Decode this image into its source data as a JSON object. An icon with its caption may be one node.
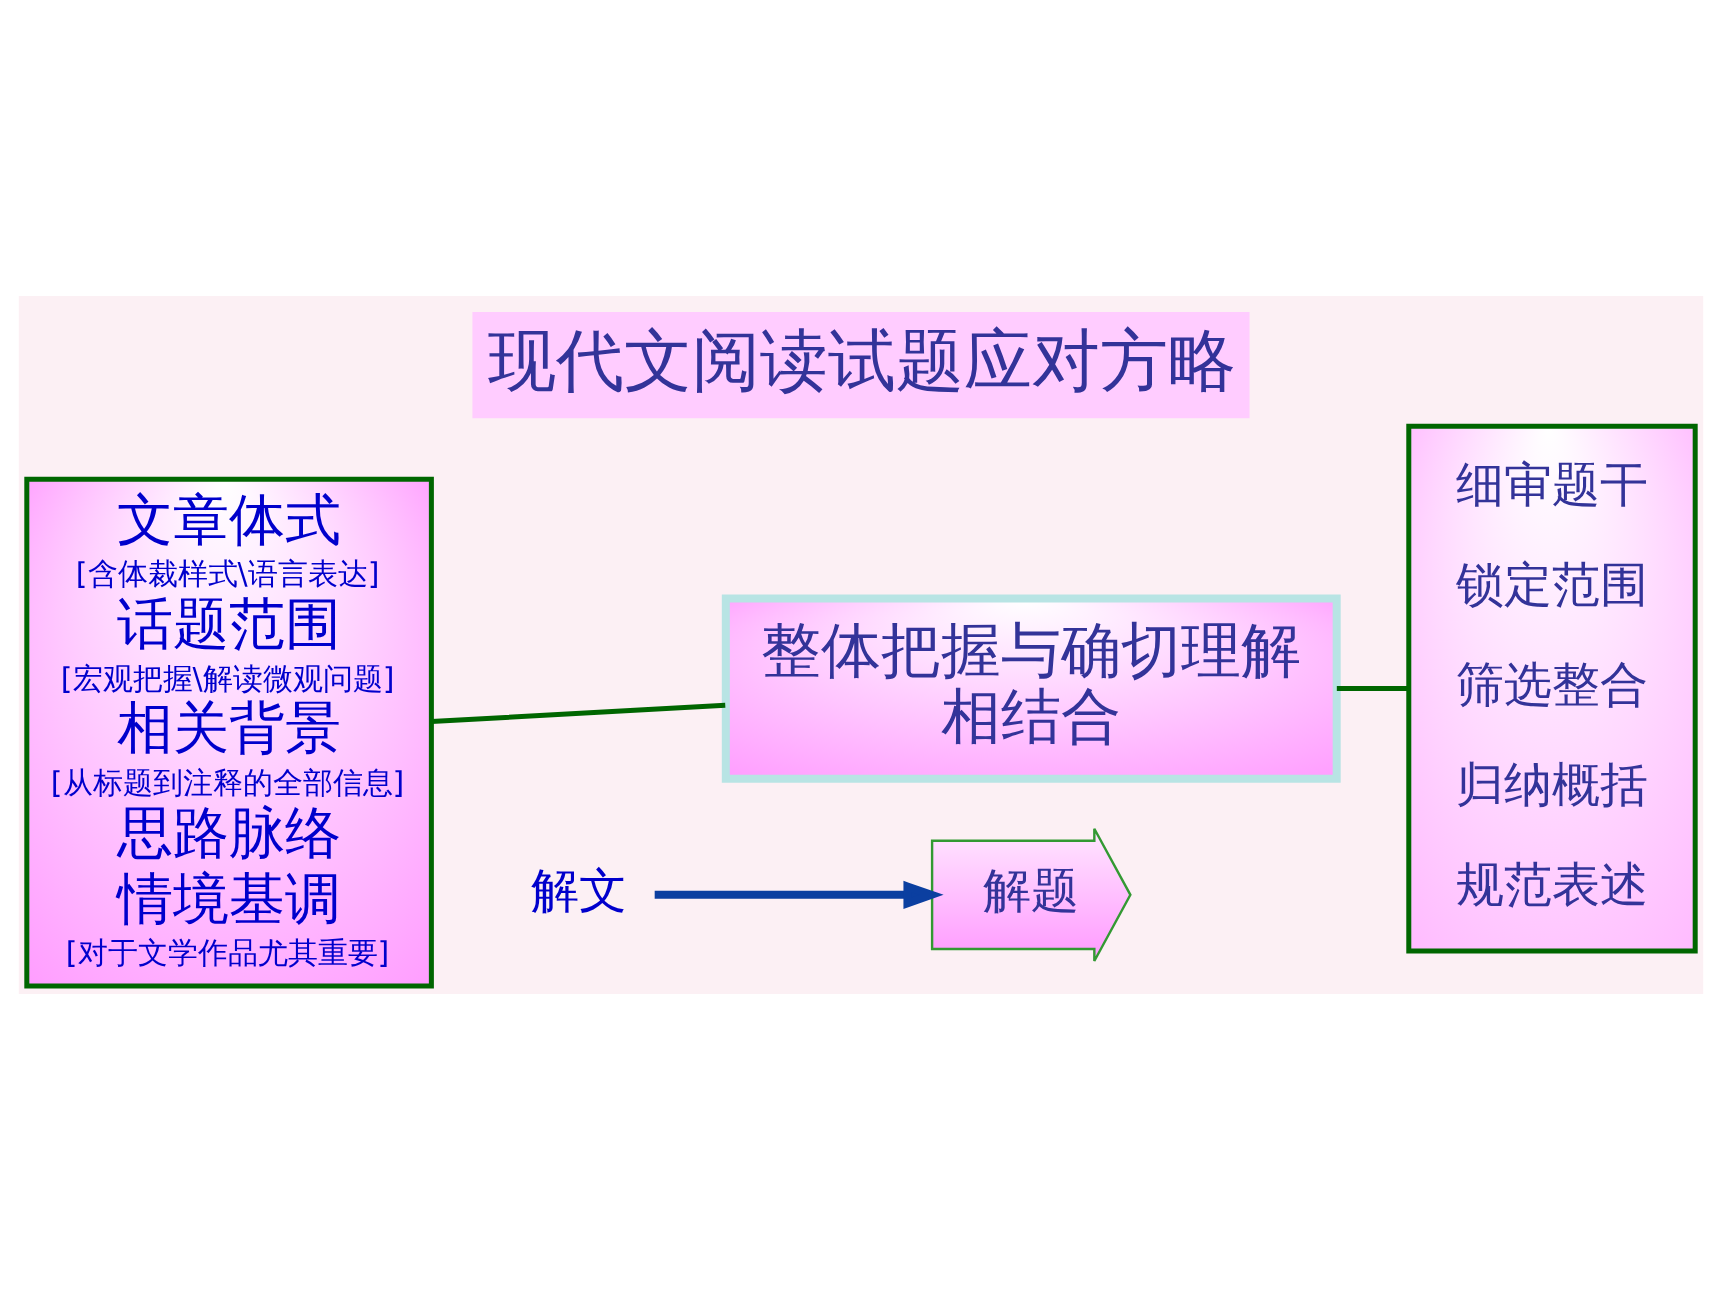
{
  "diagram": {
    "title": "现代文阅读试题应对方略",
    "nodes": [
      {
        "text": [
          "整体把握与确切理解相结合"
        ]
      },
      {
        "text": [
          "文章体式",
          "[含体裁样式\\语言表达]",
          "话题范围",
          "[宏观把握\\解读微观问题]",
          "相关背景",
          "[从标题到注释的全部信息]",
          "思路脉络",
          "情境基调",
          "[对于文学作品尤其重要]"
        ]
      },
      {
        "text": [
          "解文"
        ]
      },
      {
        "text": [
          "解题"
        ]
      },
      {
        "text": [
          "细审题干",
          "锁定范围",
          "筛选整合",
          "归纳概括",
          "规范表述"
        ]
      }
    ],
    "edges": [
      {
        "from": 0,
        "to": 1,
        "arrow": "none"
      },
      {
        "from": 0,
        "to": 4,
        "arrow": "none"
      },
      {
        "from": 2,
        "to": 3,
        "arrow": "to",
        "color": "#0b3fa0"
      }
    ]
  }
}
